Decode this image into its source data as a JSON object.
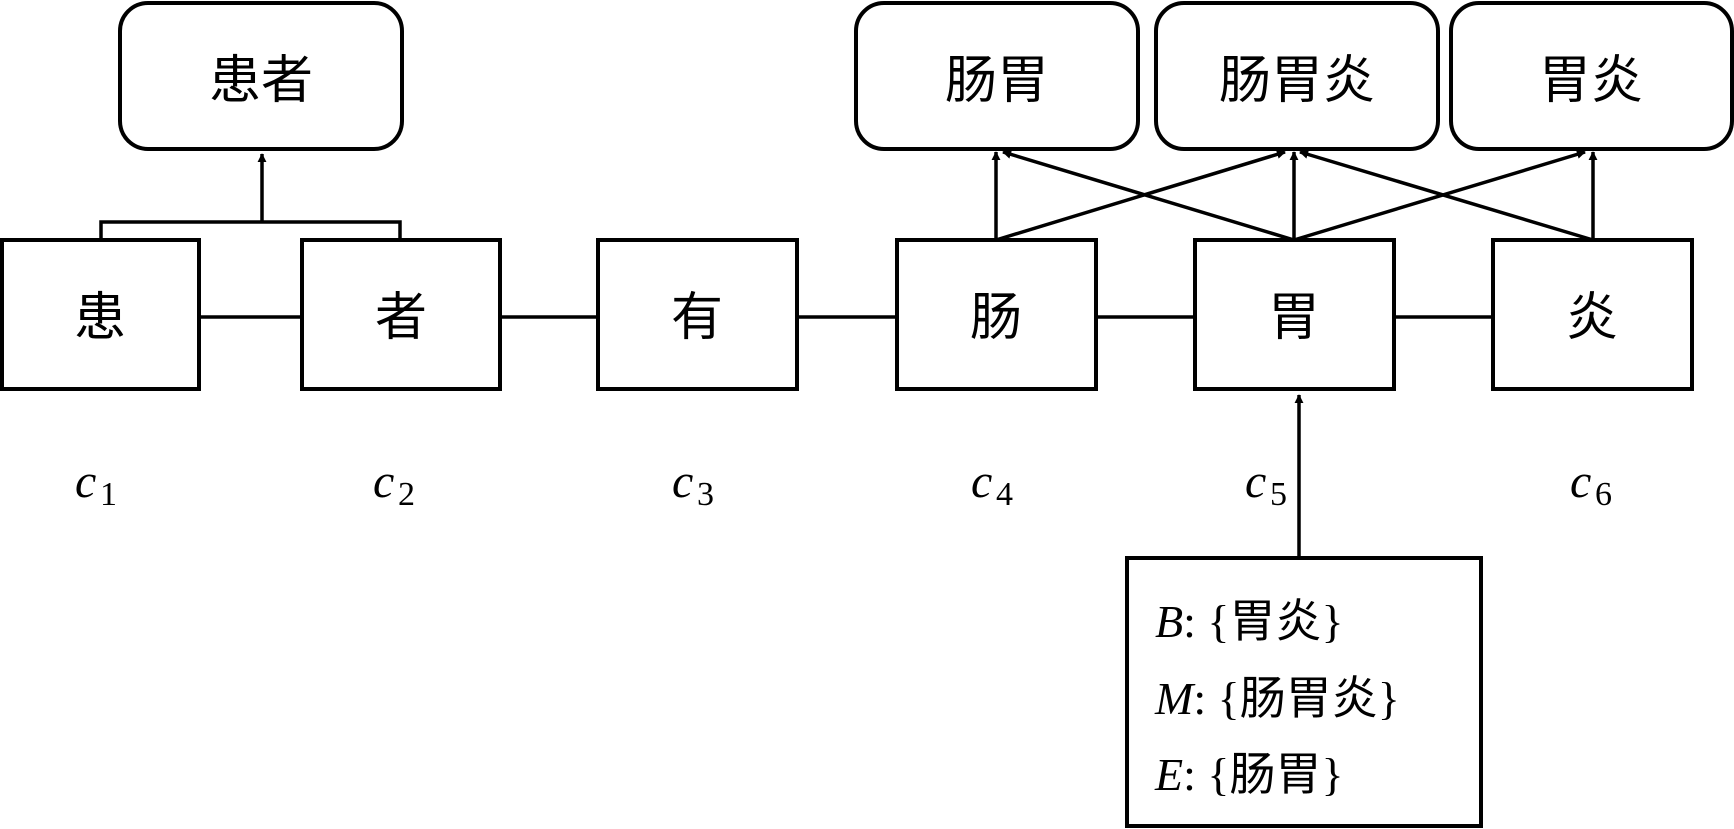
{
  "characters": [
    {
      "char": "患",
      "label": "c",
      "sub": "1"
    },
    {
      "char": "者",
      "label": "c",
      "sub": "2"
    },
    {
      "char": "有",
      "label": "c",
      "sub": "3"
    },
    {
      "char": "肠",
      "label": "c",
      "sub": "4"
    },
    {
      "char": "胃",
      "label": "c",
      "sub": "5"
    },
    {
      "char": "炎",
      "label": "c",
      "sub": "6"
    }
  ],
  "words": {
    "huanzhe": "患者",
    "changwei": "肠胃",
    "changweiyan": "肠胃炎",
    "weiyan": "胃炎"
  },
  "legend": {
    "rows": [
      {
        "key": "B",
        "value": "{胃炎}"
      },
      {
        "key": "M",
        "value": "{肠胃炎}"
      },
      {
        "key": "E",
        "value": "{肠胃}"
      }
    ]
  }
}
